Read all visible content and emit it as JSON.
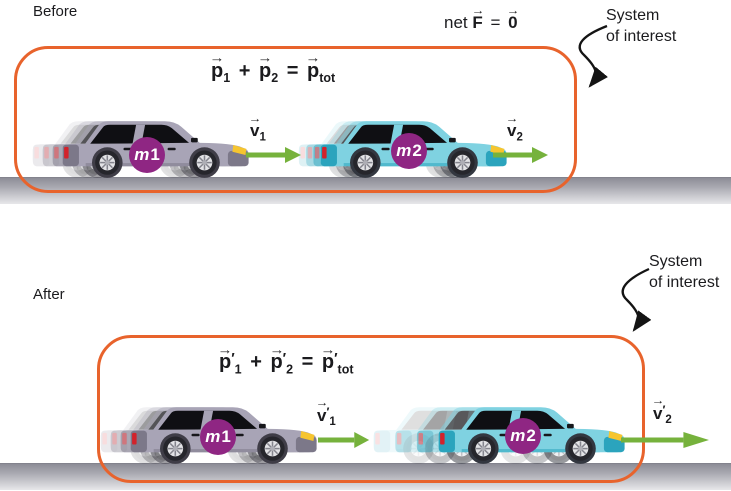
{
  "colors": {
    "box_orange": "#e8632c",
    "arrow_green": "#76b23c",
    "badge_purple": "#8f2683",
    "car_gray": "#a8a4b6",
    "car_teal": "#7fd2e1"
  },
  "notation": {
    "vector_arrow": "→",
    "prime": "′"
  },
  "before": {
    "section_label": "Before",
    "net_force": {
      "net": "net",
      "f": "F",
      "eq": "=",
      "zero": "0"
    },
    "equation": {
      "p1": "p",
      "p1_sub": "1",
      "plus": "+",
      "p2": "p",
      "p2_sub": "2",
      "eq": "=",
      "ptot": "p",
      "ptot_sub": "tot"
    },
    "system_callout": {
      "line1": "System",
      "line2": "of interest"
    },
    "car1": {
      "mass_symbol": "m",
      "mass_index": "1",
      "v": "v",
      "v_sub": "1"
    },
    "car2": {
      "mass_symbol": "m",
      "mass_index": "2",
      "v": "v",
      "v_sub": "2"
    }
  },
  "after": {
    "section_label": "After",
    "equation": {
      "p1": "p",
      "p1_prime": "′",
      "p1_sub": "1",
      "plus": "+",
      "p2": "p",
      "p2_prime": "′",
      "p2_sub": "2",
      "eq": "=",
      "ptot": "p",
      "ptot_prime": "′",
      "ptot_sub": "tot"
    },
    "system_callout": {
      "line1": "System",
      "line2": "of interest"
    },
    "car1": {
      "mass_symbol": "m",
      "mass_index": "1",
      "v": "v",
      "v_prime": "′",
      "v_sub": "1"
    },
    "car2": {
      "mass_symbol": "m",
      "mass_index": "2",
      "v": "v",
      "v_prime": "′",
      "v_sub": "2"
    }
  }
}
